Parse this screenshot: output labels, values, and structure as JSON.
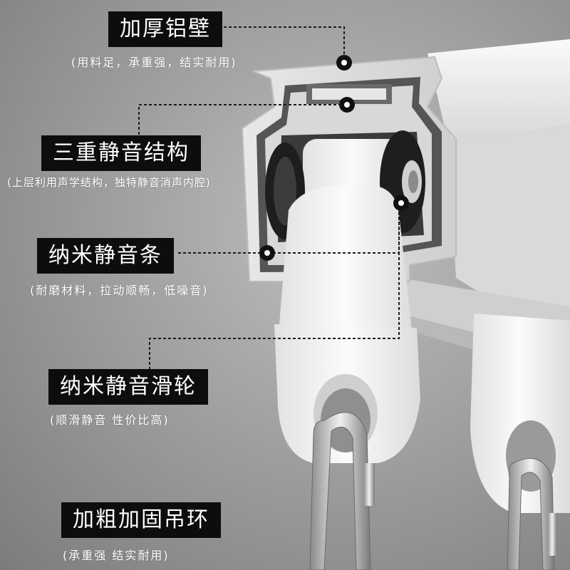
{
  "features": [
    {
      "title": "加厚铝壁",
      "subtitle": "(用料足，承重强，结实耐用)"
    },
    {
      "title": "三重静音结构",
      "subtitle": "(上层利用声学结构，独特静音消声内腔)"
    },
    {
      "title": "纳米静音条",
      "subtitle": "(耐磨材料，拉动顺畅，低噪音)"
    },
    {
      "title": "纳米静音滑轮",
      "subtitle": "(顺滑静音 性价比高)"
    },
    {
      "title": "加粗加固吊环",
      "subtitle": "(承重强 结实耐用)"
    }
  ],
  "colors": {
    "label_bg": "#0d0d0d",
    "label_text": "#ffffff",
    "rail": "#ececec",
    "pulley": "#f4f4f4",
    "wheel": "#1e1e1e"
  }
}
